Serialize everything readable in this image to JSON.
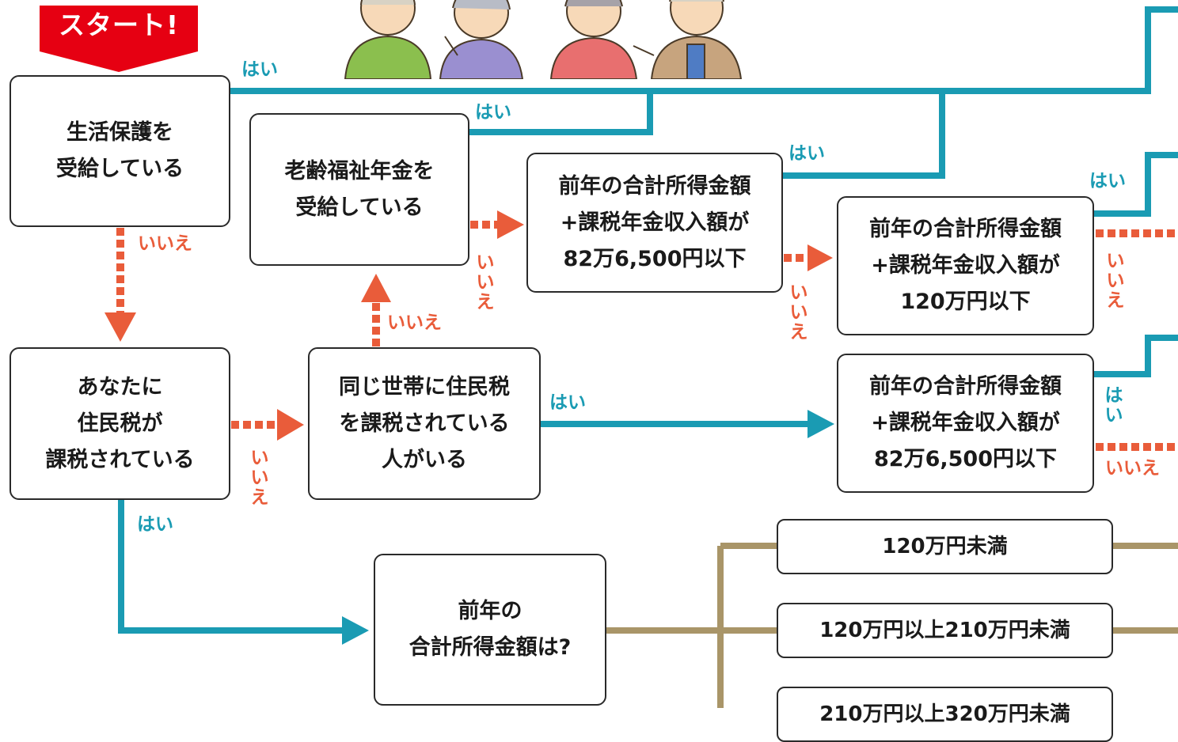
{
  "start_label": "スタート!",
  "nodes": {
    "welfare": "生活保護を\n受給している",
    "pension": "老齢福祉年金を\n受給している",
    "taxed": "あなたに\n住民税が\n課税されている",
    "household": "同じ世帯に住民税\nを課税されている\n人がいる",
    "income_82a": "前年の合計所得金額\n+課税年金収入額が\n82万6,500円以下",
    "income_120": "前年の合計所得金額\n+課税年金収入額が\n120万円以下",
    "income_82b": "前年の合計所得金額\n+課税年金収入額が\n82万6,500円以下",
    "total_income": "前年の\n合計所得金額は?",
    "range_1": "120万円未満",
    "range_2": "120万円以上210万円未満",
    "range_3": "210万円以上320万円未満"
  },
  "labels": {
    "yes": "はい",
    "no": "いいえ",
    "yes_vertical": "は\nい",
    "no_vertical": "い\nい\nえ"
  },
  "colors": {
    "yes_line": "#1a9bb3",
    "no_line": "#e95c3a",
    "income_line": "#a99568",
    "start_banner": "#e60012"
  },
  "icons": [
    "elderly-people-illustration"
  ]
}
